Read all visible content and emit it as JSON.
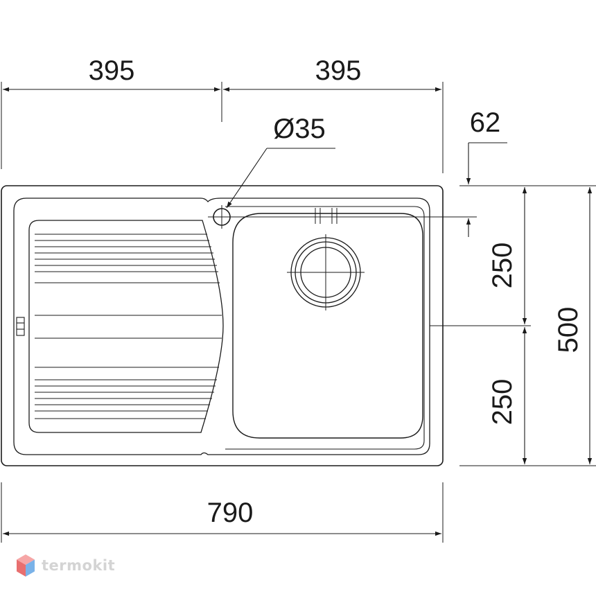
{
  "dimensions": {
    "top_left_width": "395",
    "top_right_width": "395",
    "tap_hole_diameter": "Ø35",
    "tap_hole_offset": "62",
    "bowl_upper_half": "250",
    "bowl_lower_half": "250",
    "total_depth": "500",
    "total_width": "790"
  },
  "watermark": {
    "brand": "termokit",
    "colors": {
      "top": "#f6a6a6",
      "left": "#e86f6f",
      "right": "#7ab2e8"
    }
  },
  "colors": {
    "line": "#1a1a1a",
    "watermark_text": "#d4d4d4"
  }
}
